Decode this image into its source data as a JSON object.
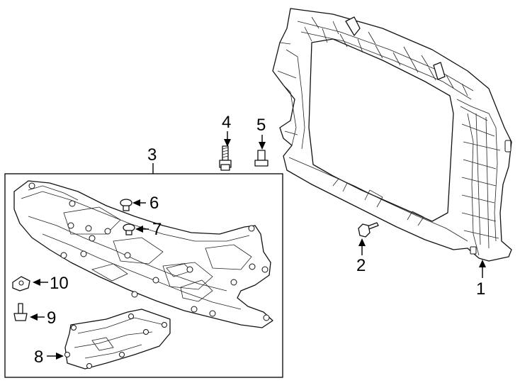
{
  "callouts": {
    "c1": "1",
    "c2": "2",
    "c3": "3",
    "c4": "4",
    "c5": "5",
    "c6": "6",
    "c7": "7",
    "c8": "8",
    "c9": "9",
    "c10": "10"
  },
  "parts": {
    "p1": "radiator-support-frame",
    "p2": "flange-bolt",
    "p3": "splash-shield-assembly",
    "p4": "bolt",
    "p5": "push-nut",
    "p6": "push-clip",
    "p7": "push-clip",
    "p8": "lower-splash-shield",
    "p9": "screw",
    "p10": "u-nut"
  },
  "colors": {
    "line": "#111111",
    "background": "#ffffff"
  }
}
